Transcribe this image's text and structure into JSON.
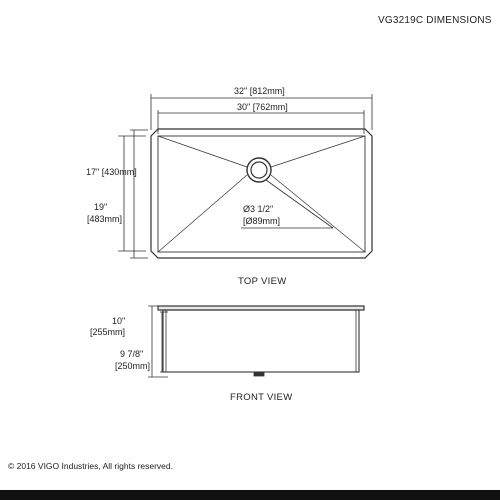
{
  "title": "VG3219C DIMENSIONS",
  "top_view": {
    "overall_width": "32\" [812mm]",
    "inner_width": "30\" [762mm]",
    "inner_depth": "17\" [430mm]",
    "overall_depth_in": "19\"",
    "overall_depth_mm": "[483mm]",
    "drain_in": "Ø3 1/2\"",
    "drain_mm": "[Ø89mm]",
    "label": "TOP VIEW"
  },
  "front_view": {
    "height_in": "10\"",
    "height_mm": "[255mm]",
    "bowl_depth_in": "9 7/8\"",
    "bowl_depth_mm": "[250mm]",
    "label": "FRONT VIEW"
  },
  "copyright": "© 2016 VIGO Industries, All rights reserved."
}
